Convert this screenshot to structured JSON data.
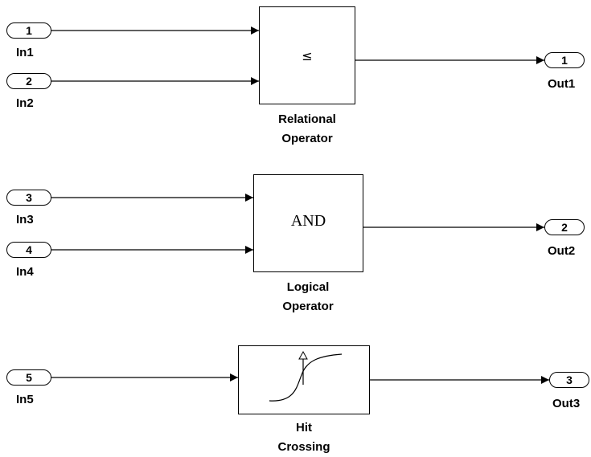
{
  "inports": [
    {
      "number": "1",
      "label": "In1"
    },
    {
      "number": "2",
      "label": "In2"
    },
    {
      "number": "3",
      "label": "In3"
    },
    {
      "number": "4",
      "label": "In4"
    },
    {
      "number": "5",
      "label": "In5"
    }
  ],
  "outports": [
    {
      "number": "1",
      "label": "Out1"
    },
    {
      "number": "2",
      "label": "Out2"
    },
    {
      "number": "3",
      "label": "Out3"
    }
  ],
  "blocks": {
    "relational": {
      "symbol": "≤",
      "label_line1": "Relational",
      "label_line2": "Operator"
    },
    "logical": {
      "symbol": "AND",
      "label_line1": "Logical",
      "label_line2": "Operator"
    },
    "hit": {
      "label_line1": "Hit",
      "label_line2": "Crossing"
    }
  }
}
